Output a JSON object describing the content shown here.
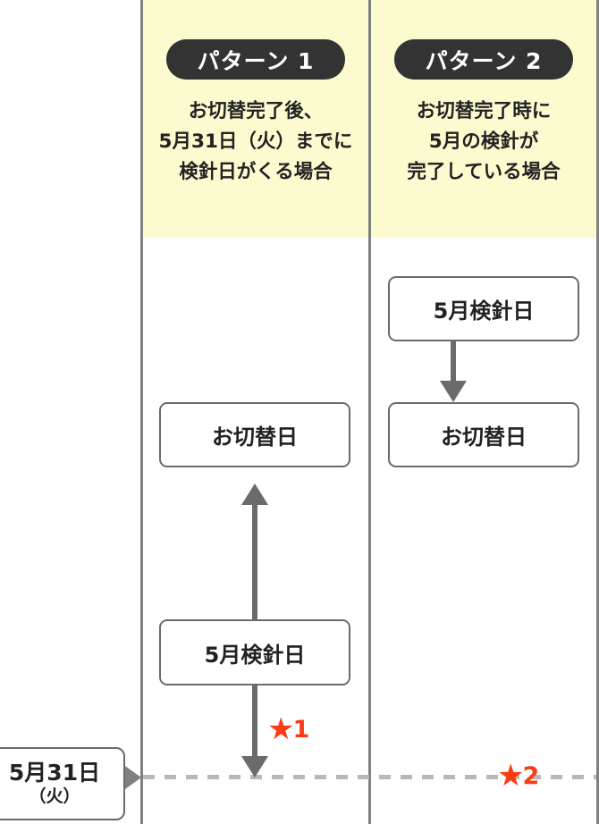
{
  "columns": [
    {
      "badge_label": "パターン 1",
      "caption": "お切替完了後、\n5月31日（火）までに\n検針日がくる場合"
    },
    {
      "badge_label": "パターン 2",
      "caption": "お切替完了時に\n5月の検針が\n完了している場合"
    }
  ],
  "pattern1_flow": {
    "switch_box_label": "お切替日",
    "meter_box_label": "5月検針日"
  },
  "pattern2_flow": {
    "meter_box_label": "5月検針日",
    "switch_box_label": "お切替日"
  },
  "deadline": {
    "date_label": "5月31日",
    "weekday_label": "（火）"
  },
  "markers": {
    "star_glyph": "★",
    "marker1_number": "1",
    "marker2_number": "2"
  },
  "colors": {
    "header_background": "#FCFBD0",
    "badge_background": "#333333",
    "box_border": "#6B6B6B",
    "arrow": "#6B6B6B",
    "dashed_line": "#B8B8B8",
    "marker_red": "#FA3C14",
    "divider": "#808080"
  }
}
